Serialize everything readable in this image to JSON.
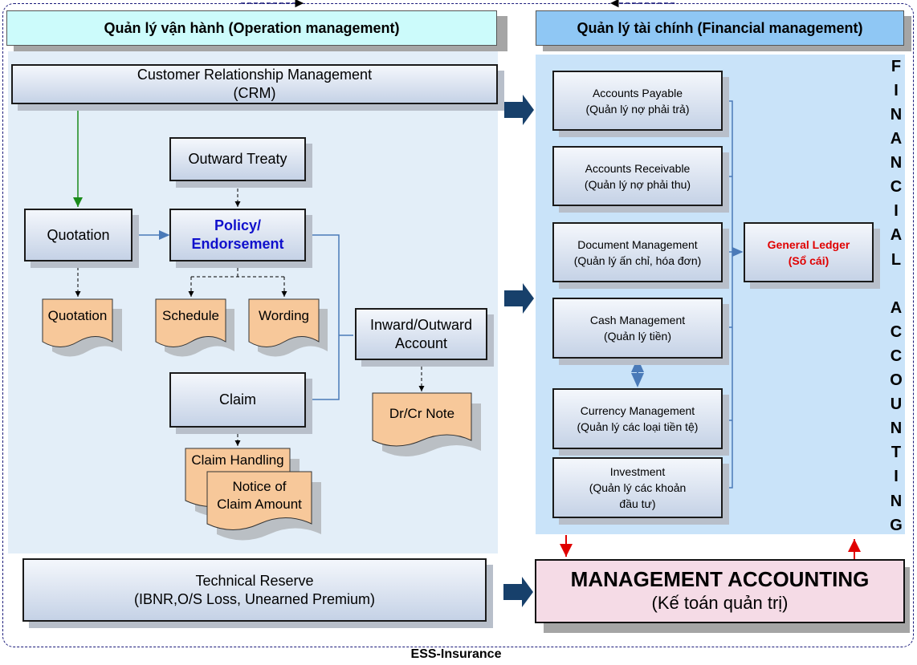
{
  "headers": {
    "operation": "Quản lý vận hành (Operation management)",
    "financial": "Quản lý tài chính (Financial management)"
  },
  "operation": {
    "crm": "Customer Relationship Management\n(CRM)",
    "outward_treaty": "Outward Treaty",
    "quotation": "Quotation",
    "policy": "Policy/\nEndorsement",
    "claim": "Claim",
    "inward_outward": "Inward/Outward\nAccount",
    "technical_reserve": "Technical Reserve\n(IBNR,O/S Loss, Unearned Premium)"
  },
  "documents": {
    "quotation": "Quotation",
    "schedule": "Schedule",
    "wording": "Wording",
    "drcr_note": "Dr/Cr Note",
    "claim_handling": "Claim Handling",
    "notice_claim": "Notice of\nClaim Amount"
  },
  "financial": {
    "accounts_payable": "Accounts Payable\n(Quản lý nợ phải trả)",
    "accounts_receivable": "Accounts Receivable\n(Quản lý nợ phải thu)",
    "document_management": "Document Management\n(Quản lý ấn chỉ, hóa đơn)",
    "cash_management": "Cash Management\n(Quản lý tiền)",
    "currency_management": "Currency Management\n(Quản lý các loại tiền tệ)",
    "investment": "Investment\n(Quản lý các khoản\nđầu tư)",
    "general_ledger": "General Ledger\n(Sổ cái)"
  },
  "financial_accounting_letters": [
    "F",
    "I",
    "N",
    "A",
    "N",
    "C",
    "I",
    "A",
    "L",
    "A",
    "C",
    "C",
    "O",
    "U",
    "N",
    "T",
    "I",
    "N",
    "G"
  ],
  "management_accounting": {
    "title": "MANAGEMENT ACCOUNTING",
    "subtitle": "(Kế toán quản trị)"
  },
  "footer": "ESS-Insurance",
  "colors": {
    "operation_header": "#ccfbfb",
    "financial_header": "#8fc7f4",
    "document_fill": "#f7c89a",
    "general_ledger_text": "#e00000",
    "policy_text": "#1010cc",
    "arrow_big": "#17406b",
    "arrow_red": "#e00000",
    "management_fill": "#f5dbe6"
  }
}
